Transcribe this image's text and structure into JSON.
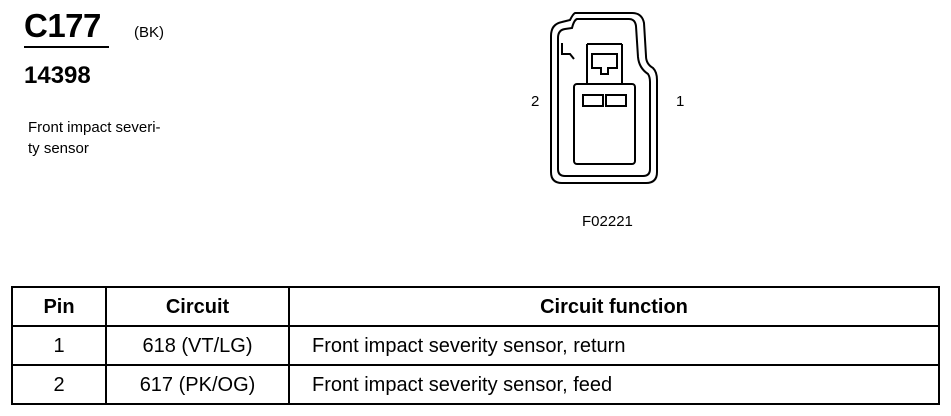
{
  "connector": {
    "id": "C177",
    "color_code": "(BK)",
    "part_number": "14398",
    "description_lines": [
      "Front impact severi-",
      "ty sensor"
    ]
  },
  "diagram": {
    "pin_left_label": "2",
    "pin_right_label": "1",
    "figure_id": "F02221"
  },
  "table": {
    "headers": [
      "Pin",
      "Circuit",
      "Circuit function"
    ],
    "rows": [
      [
        "1",
        "618 (VT/LG)",
        "Front impact severity sensor, return"
      ],
      [
        "2",
        "617 (PK/OG)",
        "Front impact severity sensor, feed"
      ]
    ]
  }
}
